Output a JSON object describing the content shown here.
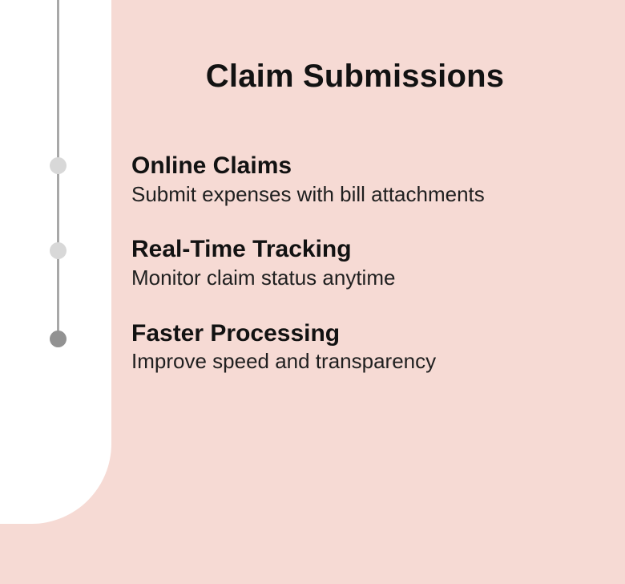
{
  "title": "Claim Submissions",
  "colors": {
    "background": "#f6dad4",
    "panel": "#ffffff",
    "line": "#a8a8a8",
    "dot_inactive": "#d8d8d8",
    "dot_active": "#929292",
    "text": "#121212",
    "text_secondary": "#1f1f1f"
  },
  "timeline": {
    "items": [
      {
        "heading": "Online Claims",
        "description": "Submit expenses with bill attachments",
        "dot": "light"
      },
      {
        "heading": "Real-Time Tracking",
        "description": "Monitor claim status anytime",
        "dot": "light"
      },
      {
        "heading": "Faster Processing",
        "description": "Improve speed and transparency",
        "dot": "dark"
      }
    ]
  }
}
